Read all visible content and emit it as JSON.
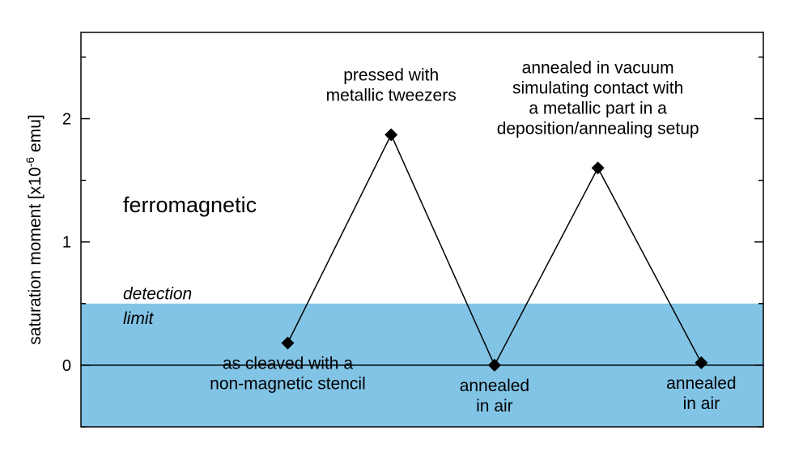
{
  "chart_data": {
    "type": "line",
    "ylabel_prefix": "saturation moment [x10",
    "ylabel_exp": "-6",
    "ylabel_suffix": " emu]",
    "ylim": [
      -0.5,
      2.7
    ],
    "yticks": [
      {
        "value": 0,
        "label": "0"
      },
      {
        "value": 1,
        "label": "1"
      },
      {
        "value": 2,
        "label": "2"
      }
    ],
    "yticks_minor": [
      -0.5,
      0.5,
      1.5,
      2.5
    ],
    "xlim": [
      0,
      6.6
    ],
    "x": [
      2,
      3,
      4,
      5,
      6
    ],
    "values": [
      0.18,
      1.87,
      0.0,
      1.6,
      0.02
    ],
    "zero_line": 0,
    "detection_band": [
      -0.5,
      0.5
    ],
    "band_color": "#82c4e6",
    "marker": "diamond",
    "region_label": "ferromagnetic",
    "detection_label": [
      "detection",
      "limit"
    ],
    "annotations": [
      {
        "lines": [
          "as cleaved with a",
          "non-magnetic stencil"
        ]
      },
      {
        "lines": [
          "pressed with",
          "metallic tweezers"
        ]
      },
      {
        "lines": [
          "annealed",
          "in air"
        ]
      },
      {
        "lines": [
          "annealed in vacuum",
          "simulating contact with",
          "a metallic part in a",
          "deposition/annealing setup"
        ]
      },
      {
        "lines": [
          "annealed",
          "in air"
        ]
      }
    ]
  }
}
